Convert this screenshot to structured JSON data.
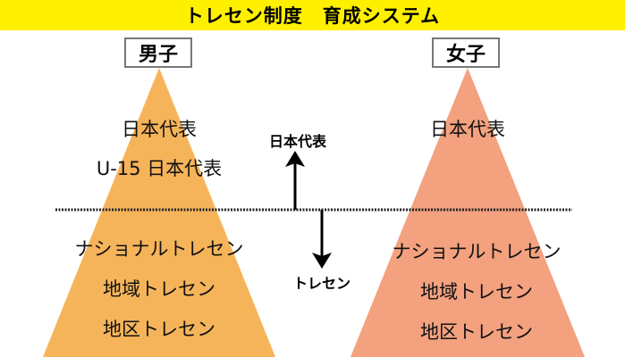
{
  "title": "トレセン制度　育成システム",
  "colors": {
    "banner": "#FFF000",
    "boys": "#F6B45A",
    "girls": "#F3A17F"
  },
  "boys": {
    "label": "男子",
    "above": [
      "日本代表",
      "U-15 日本代表"
    ],
    "below": [
      "ナショナルトレセン",
      "地域トレセン",
      "地区トレセン"
    ]
  },
  "girls": {
    "label": "女子",
    "above": [
      "日本代表"
    ],
    "below": [
      "ナショナルトレセン",
      "地域トレセン",
      "地区トレセン"
    ]
  },
  "center": {
    "up_label": "日本代表",
    "down_label": "トレセン"
  }
}
